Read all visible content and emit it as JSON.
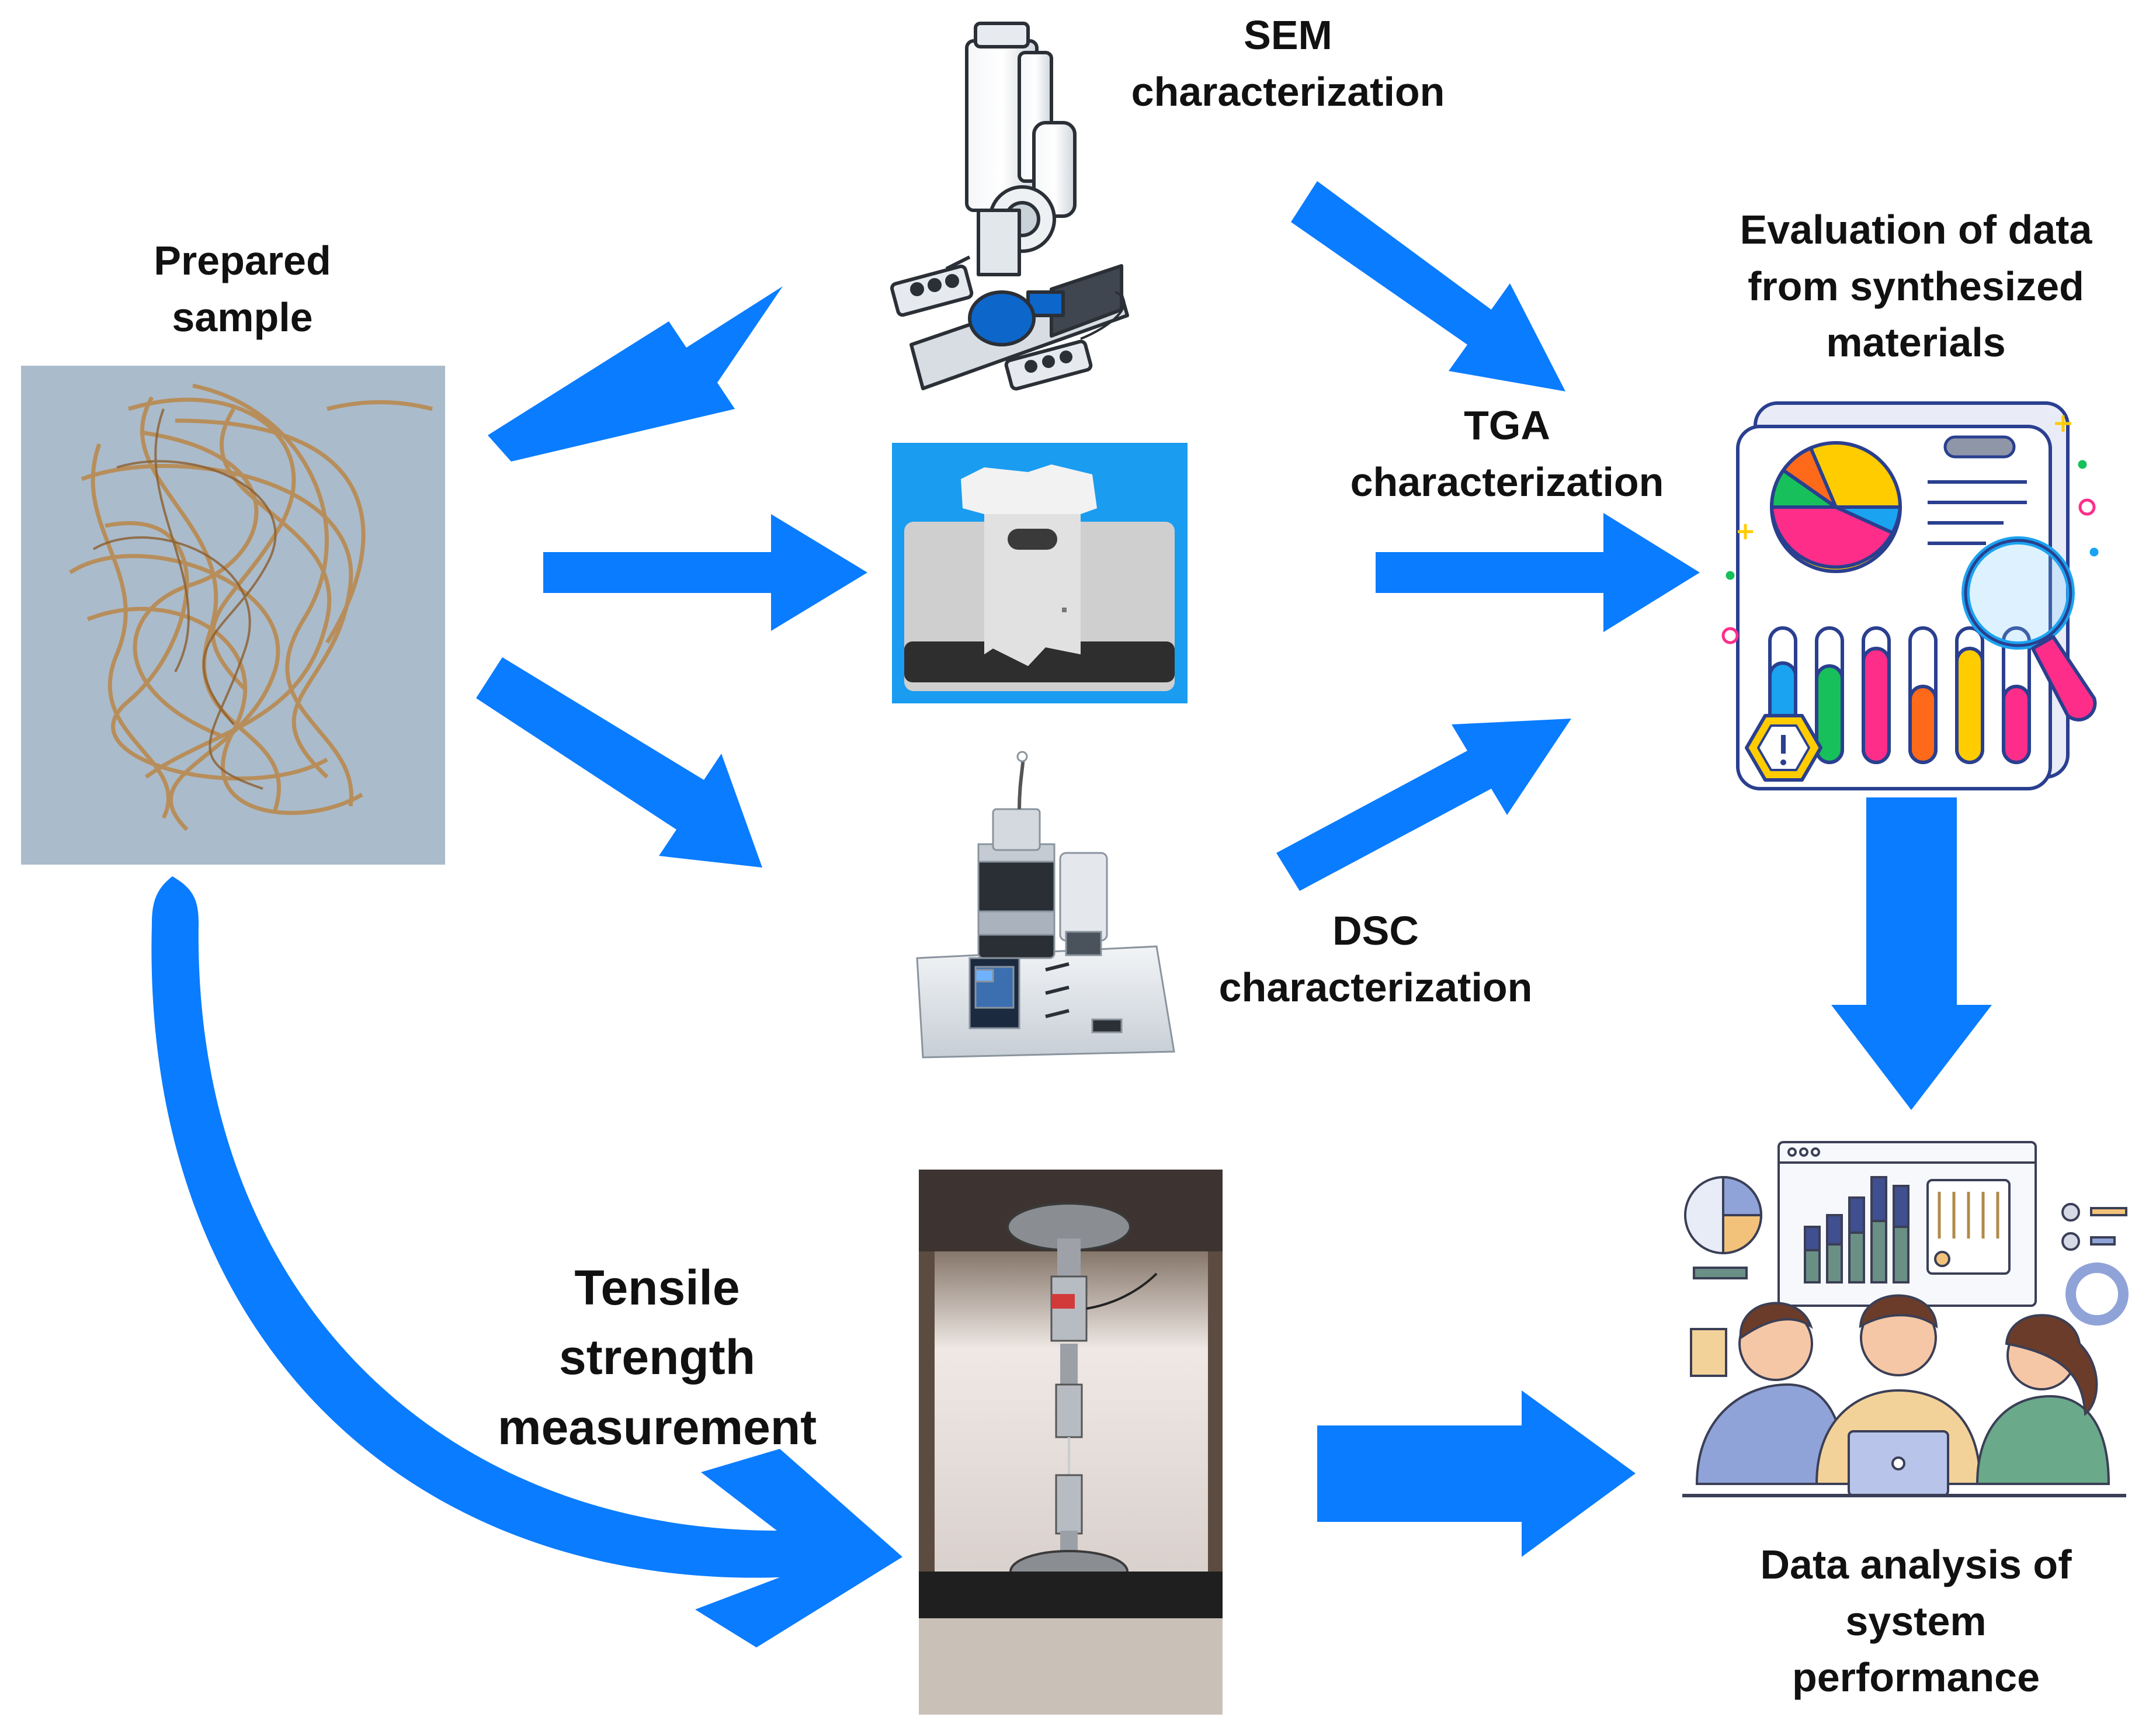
{
  "labels": {
    "prepared_sample": "Prepared\nsample",
    "sem": "SEM\ncharacterization",
    "tga": "TGA\ncharacterization",
    "dsc": "DSC\ncharacterization",
    "evaluation": "Evaluation of data\nfrom synthesized\nmaterials",
    "tensile": "Tensile\nstrength\nmeasurement",
    "data_analysis": "Data analysis of\nsystem\nperformance"
  },
  "colors": {
    "arrow": "#0a7cff",
    "background": "#ffffff",
    "tga_panel": "#1a9cf0",
    "sample_backdrop": "#9fb3c7",
    "fiber": "#b98a4f"
  },
  "icons": {
    "sample": "hair-fiber-photo",
    "sem": "sem-microscope-icon",
    "tga": "tga-instrument-icon",
    "dsc": "dsc-instrument-icon",
    "evaluation": "report-magnifier-icon",
    "tensile": "tensile-tester-photo",
    "analysis": "team-dashboard-icon"
  }
}
